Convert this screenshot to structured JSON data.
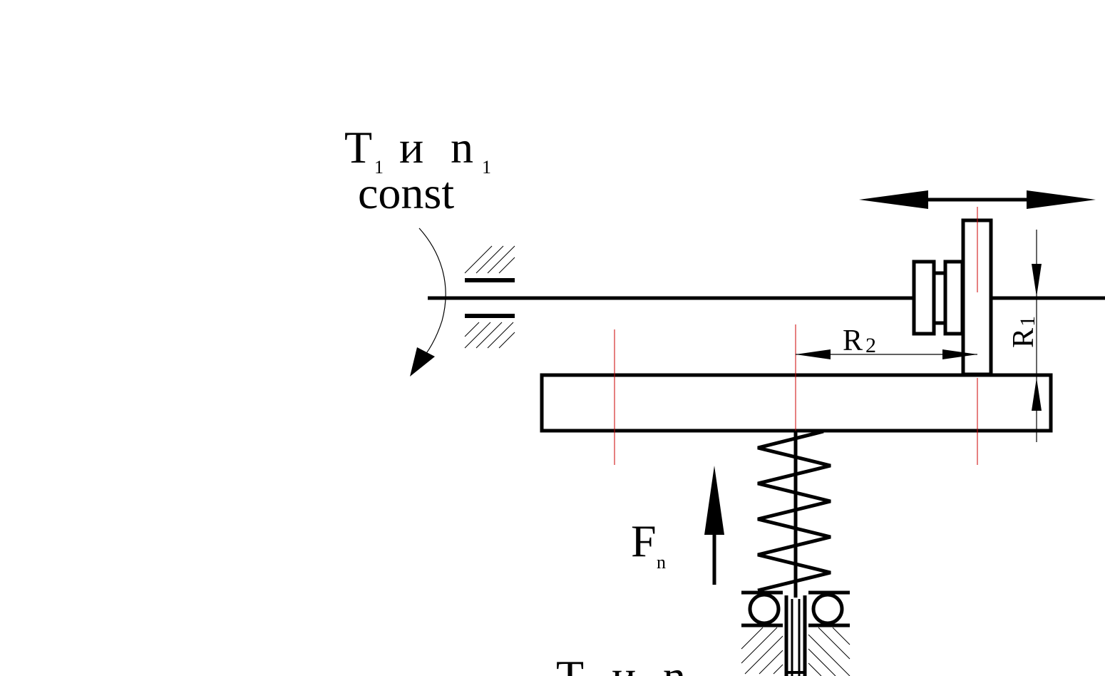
{
  "labels": {
    "t1": "T",
    "t1_sub": "1",
    "i_top": "и",
    "n1": "n",
    "n1_sub": "1",
    "const": "const",
    "r2": "R",
    "r2_sub": "2",
    "r1": "R",
    "r1_sub": "1",
    "fn": "F",
    "fn_sub": "n",
    "t2": "T",
    "i_bottom": "и",
    "n2": "n"
  },
  "colors": {
    "line": "#000000",
    "centerline": "#cc0000",
    "background": "#ffffff"
  }
}
